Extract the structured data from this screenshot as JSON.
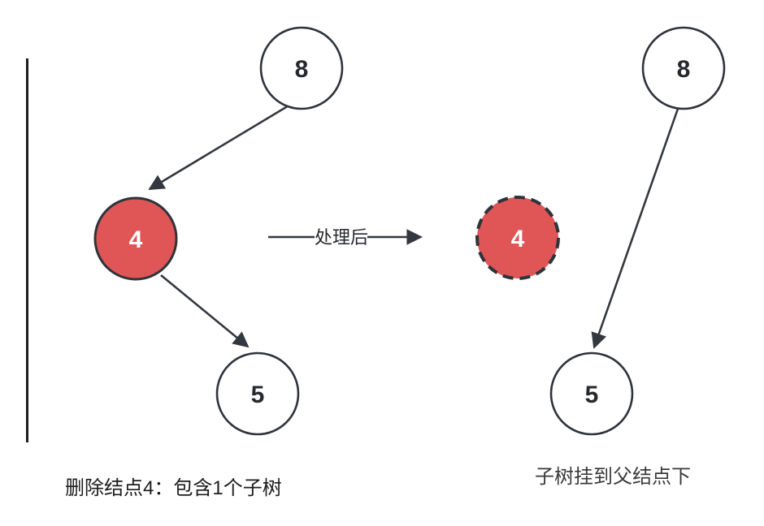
{
  "colors": {
    "background": "#ffffff",
    "node_stroke": "#2e343c",
    "edge_stroke": "#33383f",
    "red_fill": "#e05656",
    "white_fill": "#ffffff",
    "node_text_dark": "#26282c",
    "node_text_light": "#ffffff",
    "divider": "#1e1e1e"
  },
  "left_tree": {
    "nodes": [
      {
        "label": "8",
        "style": "normal"
      },
      {
        "label": "4",
        "style": "highlight-red"
      },
      {
        "label": "5",
        "style": "normal"
      }
    ],
    "edges": [
      {
        "from": "8",
        "to": "4"
      },
      {
        "from": "4",
        "to": "5"
      }
    ],
    "caption": "删除结点4：包含1个子树"
  },
  "transition": {
    "label": "处理后"
  },
  "right_tree": {
    "nodes": [
      {
        "label": "8",
        "style": "normal"
      },
      {
        "label": "4",
        "style": "highlight-red-dashed-deleted"
      },
      {
        "label": "5",
        "style": "normal"
      }
    ],
    "edges": [
      {
        "from": "8",
        "to": "5"
      }
    ],
    "caption": "子树挂到父结点下"
  }
}
